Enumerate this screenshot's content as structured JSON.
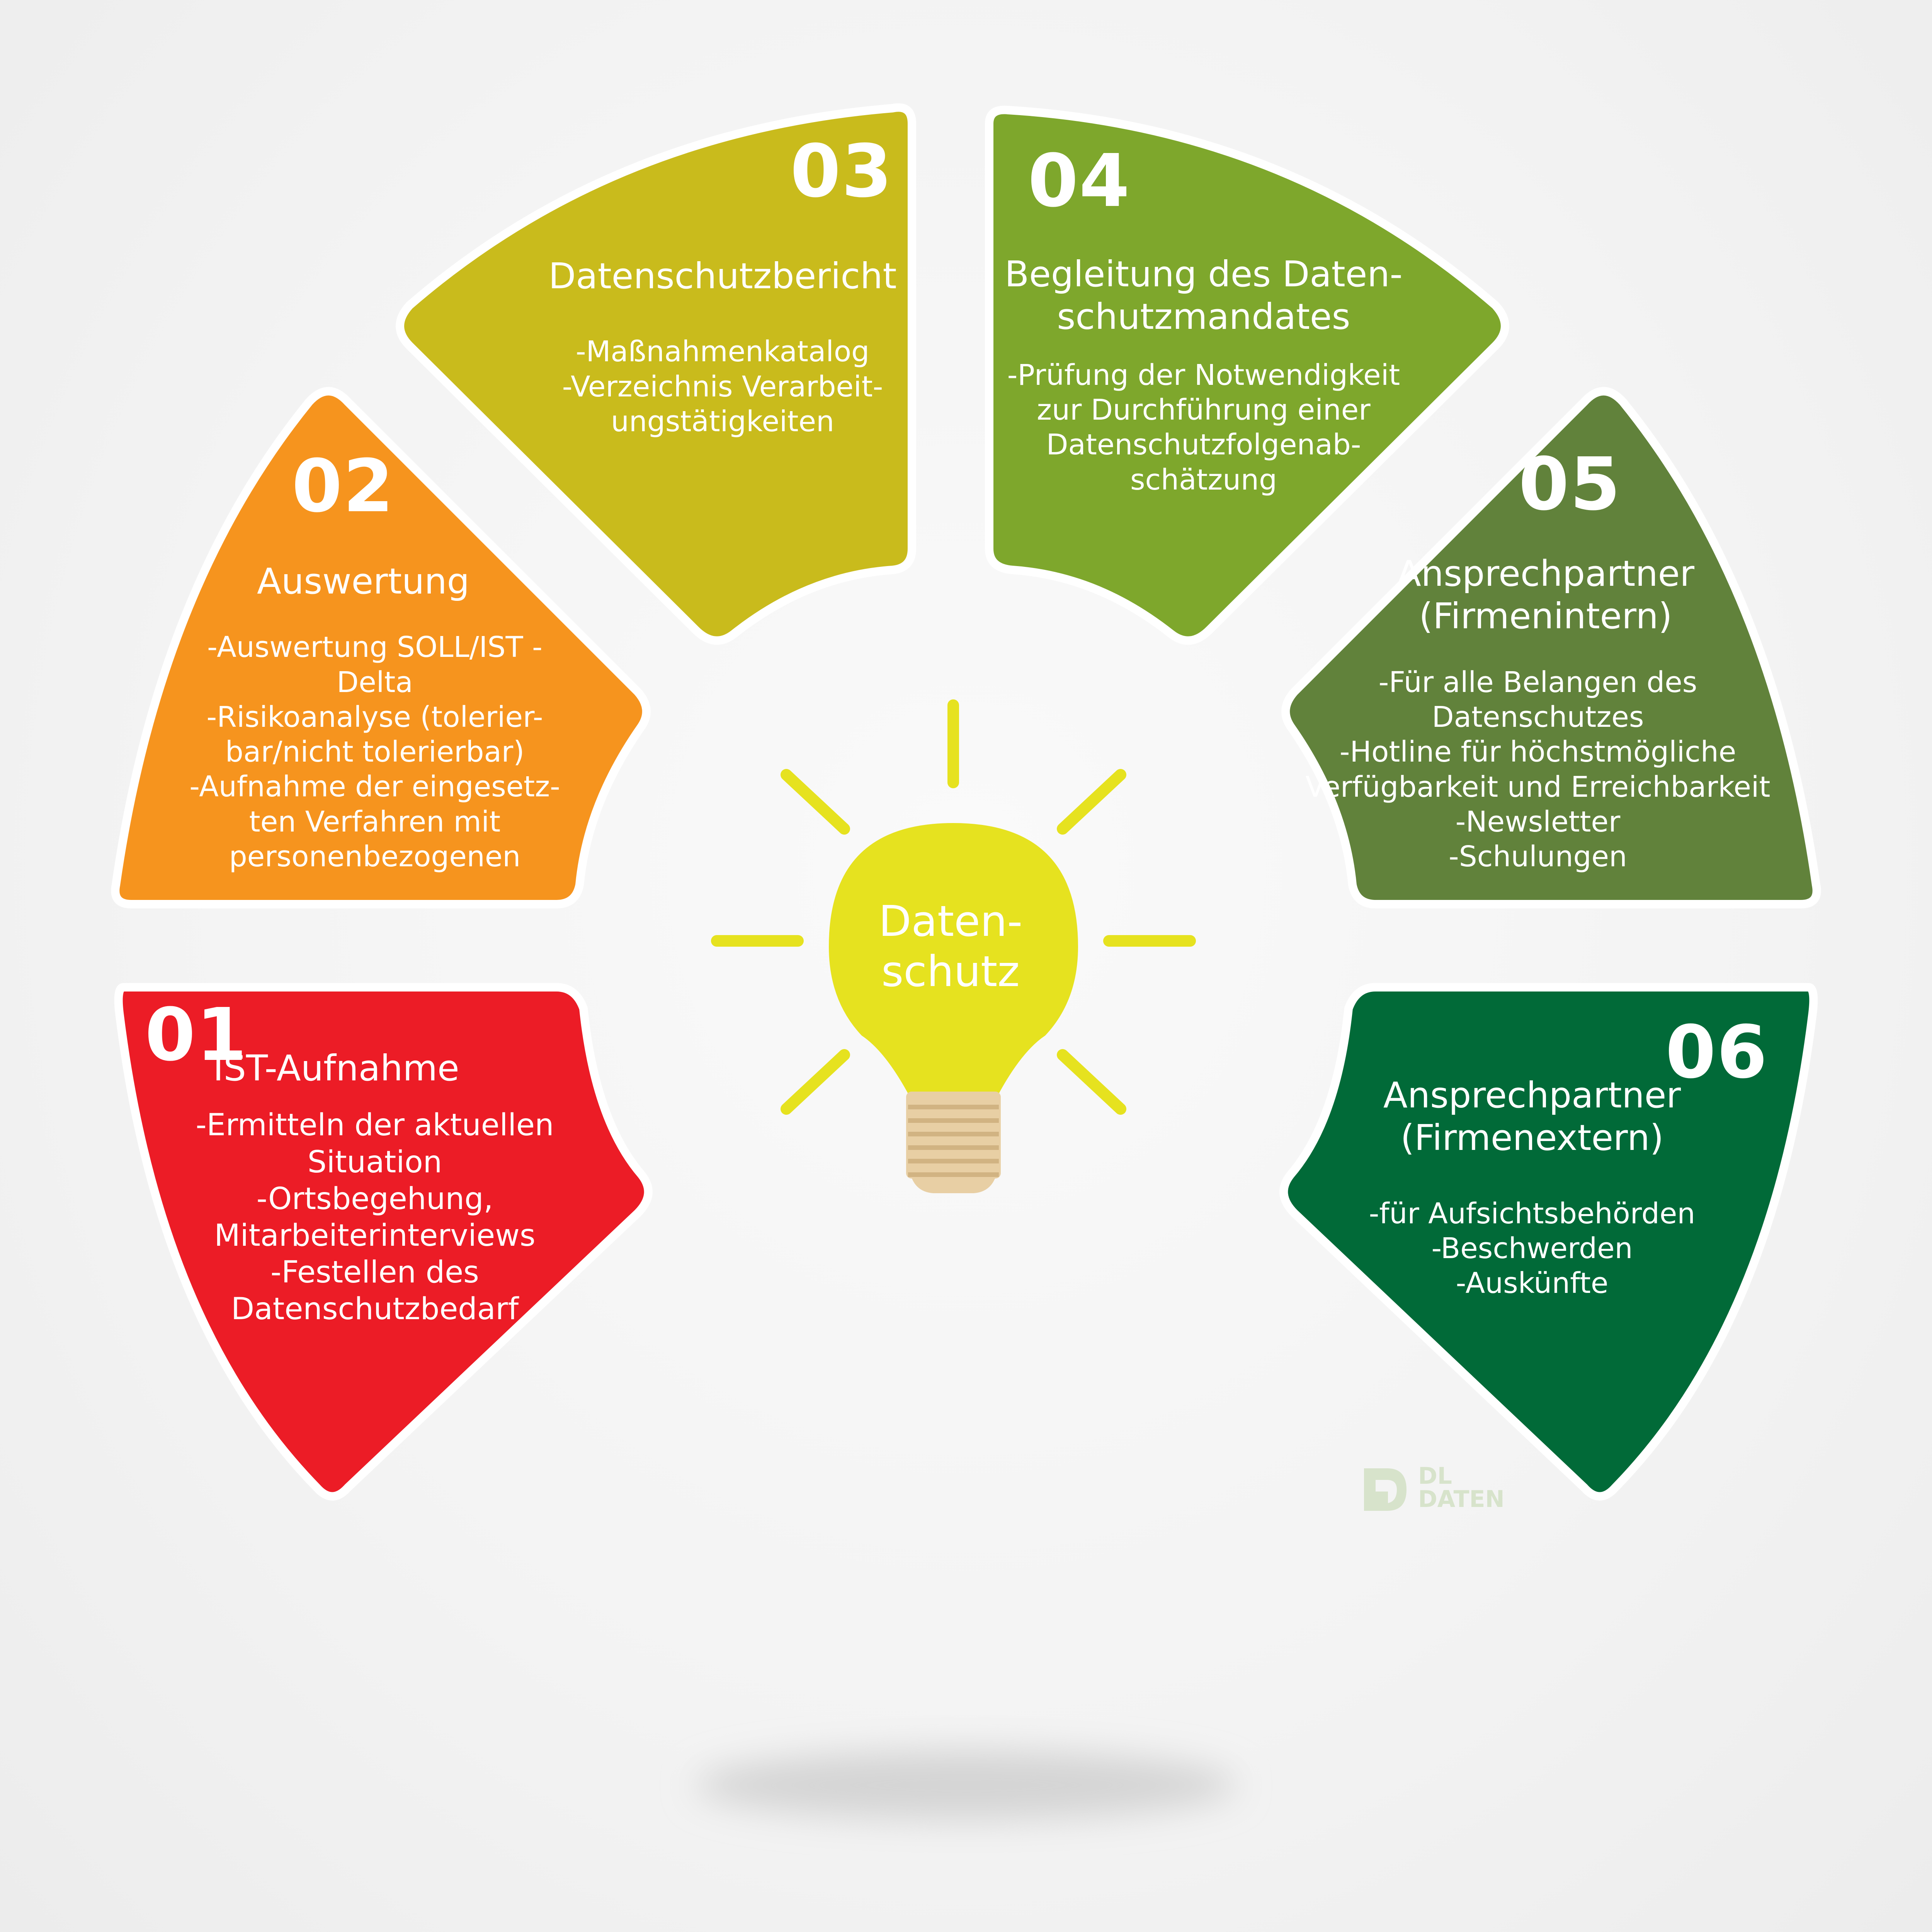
{
  "center": {
    "label": "Daten-\nschutz",
    "bulb_color": "#e6e21f",
    "base_color": "#e8cfa4"
  },
  "segments": [
    {
      "number": "01",
      "title": "IST-Aufnahme",
      "items": [
        "-Ermitteln der aktuellen Situation",
        "-Ortsbegehung,\nMitarbeiterinterviews",
        "-Festellen des\nDatenschutzbedarf"
      ],
      "color": "#ec1c26"
    },
    {
      "number": "02",
      "title": "Auswertung",
      "items": [
        "-Auswertung SOLL/IST -\nDelta",
        "-Risikoanalyse (tolerier-\nbar/nicht tolerierbar)",
        "-Aufnahme der eingesetz-\nten Verfahren mit\npersonenbezogenen"
      ],
      "color": "#f6941e"
    },
    {
      "number": "03",
      "title": "Datenschutzbericht",
      "items": [
        "-Maßnahmenkatalog",
        "-Verzeichnis Verarbeit-\nungstätigkeiten"
      ],
      "color": "#c9bb1c"
    },
    {
      "number": "04",
      "title": "Begleitung des Daten-\nschutzmandates",
      "items": [
        "-Prüfung der Notwendigkeit\nzur Durchführung einer\nDatenschutzfolgenab-\nschätzung"
      ],
      "color": "#7ea72c"
    },
    {
      "number": "05",
      "title": "Ansprechpartner\n(Firmenintern)",
      "items": [
        "-Für alle Belangen des\nDatenschutzes",
        "-Hotline für höchstmögliche\nVerfügbarkeit und Erreichbarkeit",
        "-Newsletter",
        "-Schulungen"
      ],
      "color": "#61823b"
    },
    {
      "number": "06",
      "title": "Ansprechpartner\n(Firmenextern)",
      "items": [
        "-für Aufsichtsbehörden",
        "-Beschwerden",
        "-Auskünfte"
      ],
      "color": "#016a38"
    }
  ],
  "logo": {
    "text": "DL\nDATEN",
    "color": "#d7e3cb"
  }
}
